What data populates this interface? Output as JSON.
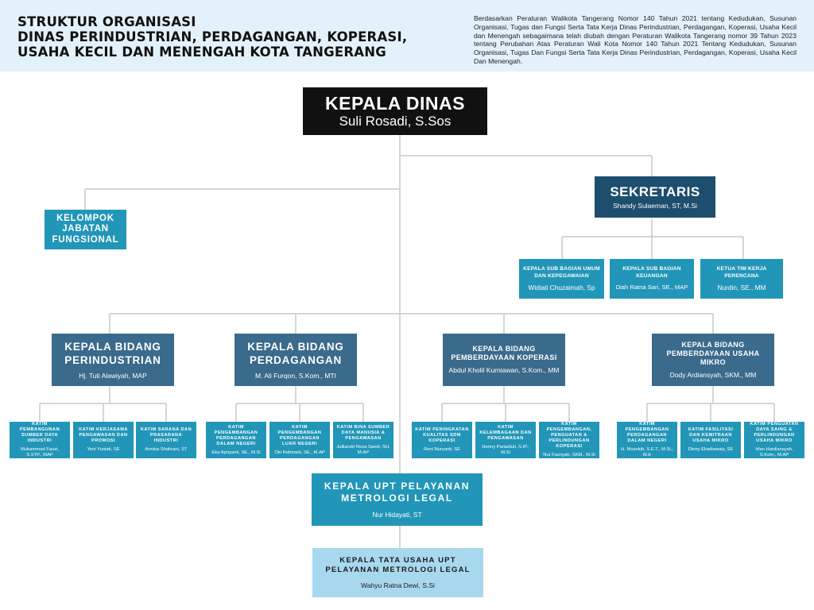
{
  "header": {
    "title_lines": [
      "STRUKTUR ORGANISASI",
      "DINAS PERINDUSTRIAN, PERDAGANGAN, KOPERASI,",
      "USAHA KECIL DAN MENENGAH KOTA TANGERANG"
    ],
    "legal_basis": "Berdasarkan Peraturan Walikota Tangerang Nomor 140 Tahun 2021 tentang Kedudukan, Susunan Organisasi, Tugas dan Fungsi Serta Tata Kerja Dinas Perindustrian, Perdagangan, Koperasi, Usaha Kecil dan Menengah sebagaimana telah diubah dengan Peraturan Walikota Tangerang nomor 39 Tahun 2023 tentang Perubahan Atas Peraturan Wali Kota Nomor 140 Tahun 2021 Tentang Kedudukan, Susunan Organisasi, Tugas Dan Fungsi Serta Tata Kerja Dinas Perindustrian, Perdagangan, Koperasi, Usaha Kecil Dan Menengah."
  },
  "kepala_dinas": {
    "title": "KEPALA DINAS",
    "name": "Suli Rosadi, S.Sos"
  },
  "fungsional": {
    "title": "KELOMPOK JABATAN FUNGSIONAL"
  },
  "sekretaris": {
    "title": "SEKRETARIS",
    "name": "Shandy Sulaeman, ST, M.Si",
    "units": [
      {
        "title": "KEPALA SUB BAGIAN UMUM DAN KEPEGAWAIAN",
        "name": "Widiati Chuzaimah, Sp"
      },
      {
        "title": "KEPALA SUB BAGIAN KEUANGAN",
        "name": "Diah Ratna Sari, SE., MAP"
      },
      {
        "title": "KETUA TIM KERJA PERENCANA",
        "name": "Nurdin, SE., MM"
      }
    ]
  },
  "bidang": [
    {
      "title": "KEPALA BIDANG PERINDUSTRIAN",
      "name": "Hj. Tuti Alawiyah, MAP",
      "katim": [
        {
          "title": "KATIM PEMBANGUNAN SUMBER DAYA INDUSTRI",
          "name": "Muhammad Fauzi, S.STP., MAP"
        },
        {
          "title": "KATIM KERJASAMA PENGAWASAN DAN PROMOSI",
          "name": "Yeni Yuniati, SE"
        },
        {
          "title": "KATIM SARANA DAN PRASARANA INDUSTRI",
          "name": "Annisa Shahrani, ST"
        }
      ]
    },
    {
      "title": "KEPALA BIDANG PERDAGANGAN",
      "name": "M. Ali Furqon, S.Kom., MTI",
      "katim": [
        {
          "title": "KATIM PENGEMBANGAN PERDAGANGAN DALAM NEGERI",
          "name": "Eka Apriyanti, SE., M.Si"
        },
        {
          "title": "KATIM PENGEMBANGAN PERDAGANGAN LUAR NEGERI",
          "name": "Oki Rahmadi, SE., M.AP"
        },
        {
          "title": "KATIM BINA SUMBER DAYA MANUSIA & PENGAWASAN",
          "name": "Julliandri Reza Sandi, SH, M.AP"
        }
      ]
    },
    {
      "title": "KEPALA BIDANG PEMBERDAYAAN KOPERASI",
      "name": "Abdul Kholil Kurniawan, S.Kom., MM",
      "katim": [
        {
          "title": "KATIM PENINGKATAN KUALITAS SDM KOPERASI",
          "name": "Reni Nuryanti, SE"
        },
        {
          "title": "KATIM KELEMBAGAAN DAN PENGAWASAN",
          "name": "Henny Pariastuti, S.IP., M.Si"
        },
        {
          "title": "KATIM PENGEMBANGAN, PENGUATAN & PERLINDUNGAN KOPERASI",
          "name": "Nur Fazriyah, SKM., M.Si"
        }
      ]
    },
    {
      "title": "KEPALA BIDANG PEMBERDAYAAN USAHA MIKRO",
      "name": "Dody Ardiansyah, SKM., MM",
      "katim": [
        {
          "title": "KATIM PENGEMBANGAN PERDAGANGAN DALAM NEGERI",
          "name": "H. Musokib, S.E.T., M.Si., M.E"
        },
        {
          "title": "KATIM FASILITASI DAN KEMITRAAN USAHA MIKRO",
          "name": "Dinny Ekadiawaty, SE"
        },
        {
          "title": "KATIM PENGUATAN DAYA SAING & PERLINDUNGAN USAHA MIKRO",
          "name": "Irfan Hardiansyah, S.Kom., M.AP"
        }
      ]
    }
  ],
  "upt": {
    "title": "KEPALA UPT PELAYANAN METROLOGI LEGAL",
    "name": "Nur Hidayati, ST"
  },
  "tata_usaha": {
    "title": "KEPALA TATA USAHA UPT PELAYANAN METROLOGI LEGAL",
    "name": "Wahyu Ratna Dewi, S.Si"
  },
  "colors": {
    "header_bg": "#e3f1fa",
    "teal": "#2296b8",
    "navy": "#1d4e6e",
    "slate": "#3a6a8c",
    "black": "#111111",
    "light_blue": "#a8d8ee",
    "connector": "#c9c9c9"
  }
}
